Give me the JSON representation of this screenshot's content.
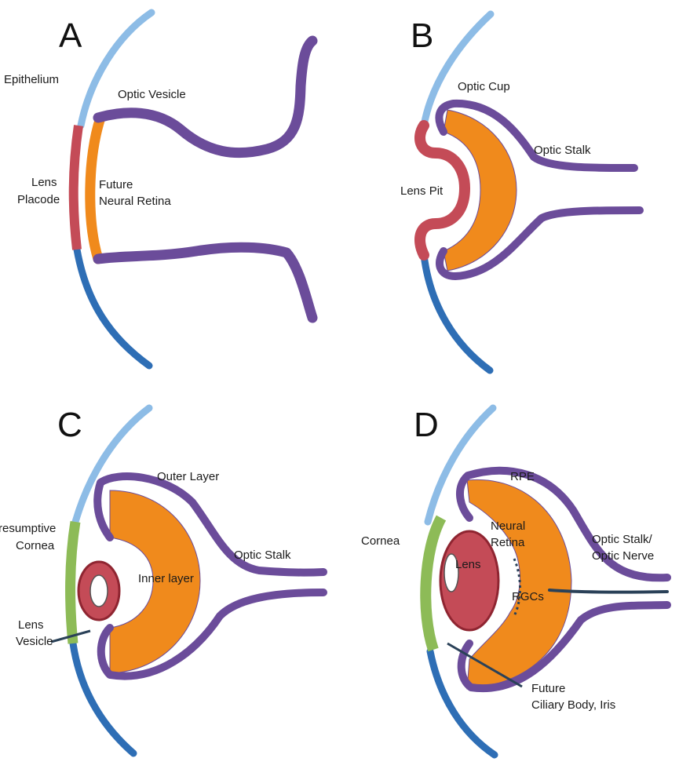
{
  "colors": {
    "epithelium_light": "#8dbce6",
    "epithelium_dark": "#2e6eb5",
    "lens": "#c44b57",
    "lens_dark": "#8f2531",
    "retina": "#f08a1c",
    "optic_tissue": "#6b4c9a",
    "cornea": "#8dbb57",
    "rgc_line": "#2a4158"
  },
  "panels": {
    "a": {
      "letter": "A",
      "epithelium": "Epithelium",
      "optic_vesicle": "Optic Vesicle",
      "lens_placode_1": "Lens",
      "lens_placode_2": "Placode",
      "future_1": "Future",
      "future_2": "Neural Retina"
    },
    "b": {
      "letter": "B",
      "optic_cup": "Optic Cup",
      "optic_stalk": "Optic Stalk",
      "lens_pit": "Lens Pit"
    },
    "c": {
      "letter": "C",
      "outer_layer": "Outer Layer",
      "presumptive_1": "Presumptive",
      "presumptive_2": "Cornea",
      "optic_stalk": "Optic Stalk",
      "inner_layer": "Inner layer",
      "lens_vesicle_1": "Lens",
      "lens_vesicle_2": "Vesicle"
    },
    "d": {
      "letter": "D",
      "rpe": "RPE",
      "neural_1": "Neural",
      "neural_2": "Retina",
      "cornea": "Cornea",
      "stalk_1": "Optic Stalk/",
      "stalk_2": "Optic Nerve",
      "lens": "Lens",
      "rgcs": "RGCs",
      "ciliary_1": "Future",
      "ciliary_2": "Ciliary Body, Iris"
    }
  }
}
